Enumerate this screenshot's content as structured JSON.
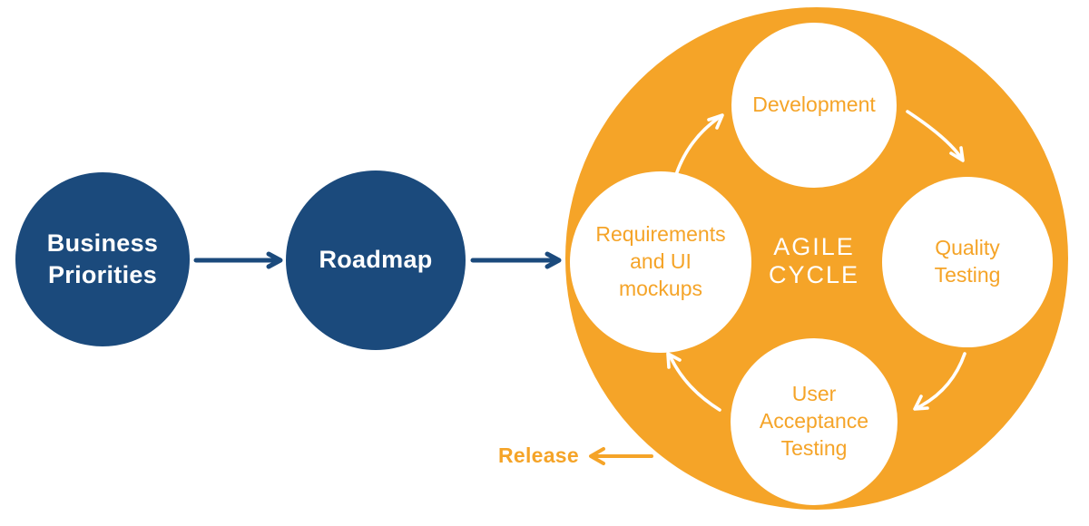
{
  "colors": {
    "navy": "#1b4a7c",
    "orange": "#f5a428",
    "white": "#ffffff",
    "background": "#ffffff"
  },
  "flow": {
    "nodes": [
      {
        "label": "Business Priorities"
      },
      {
        "label": "Roadmap"
      }
    ]
  },
  "agile_cycle": {
    "title": "AGILE CYCLE",
    "steps": [
      {
        "label": "Development"
      },
      {
        "label": "Quality Testing"
      },
      {
        "label": "User Acceptance Testing"
      },
      {
        "label": "Requirements and UI mockups"
      }
    ]
  },
  "release": {
    "label": "Release"
  }
}
